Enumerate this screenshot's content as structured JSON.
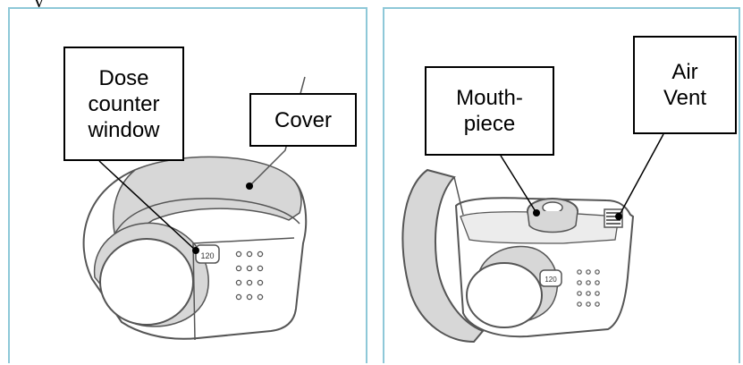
{
  "colors": {
    "panel_border": "#8ec8d8",
    "device_outline": "#555555",
    "device_fill": "#ffffff",
    "shading": "#d7d7d7"
  },
  "left_panel": {
    "labels": {
      "dose_counter": "Dose\ncounter\nwindow",
      "cover": "Cover"
    },
    "counter_value": "120"
  },
  "right_panel": {
    "labels": {
      "mouthpiece": "Mouth-\npiece",
      "air_vent": "Air\nVent"
    },
    "counter_value": "120"
  }
}
